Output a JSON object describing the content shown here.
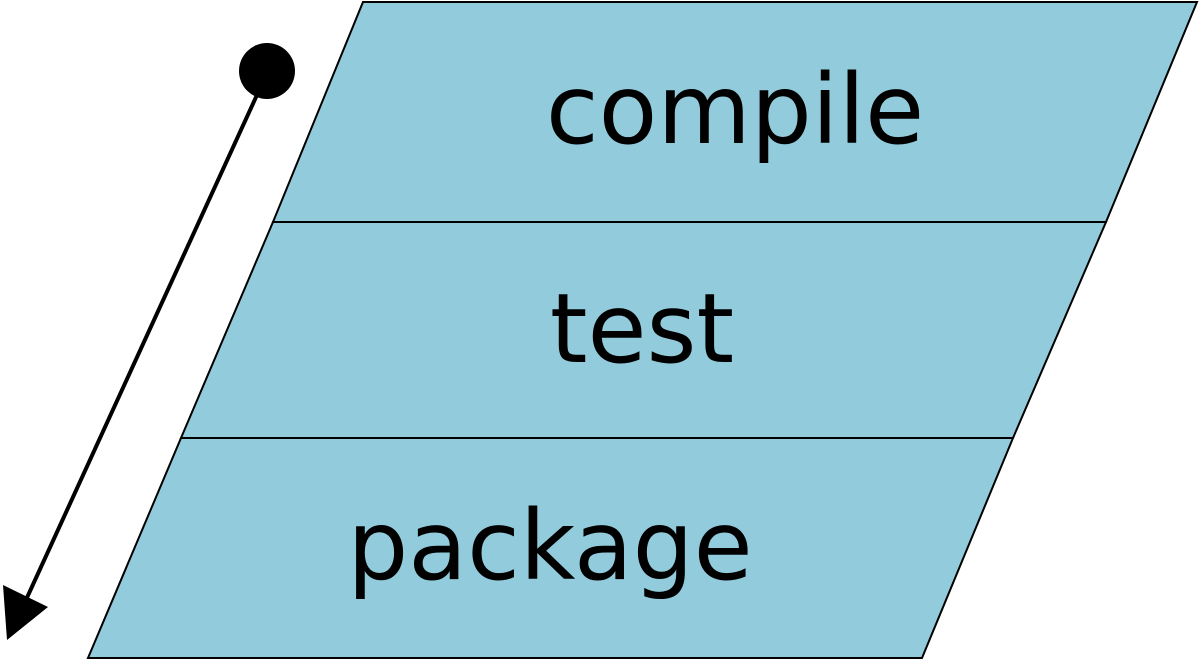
{
  "diagram": {
    "colors": {
      "band_fill": "#92CCDC",
      "band_stroke": "#000000",
      "arrow": "#000000",
      "text": "#000000",
      "background": "#FFFFFF"
    },
    "flow_direction": "down",
    "phases": [
      {
        "label": "compile"
      },
      {
        "label": "test"
      },
      {
        "label": "package"
      }
    ]
  }
}
